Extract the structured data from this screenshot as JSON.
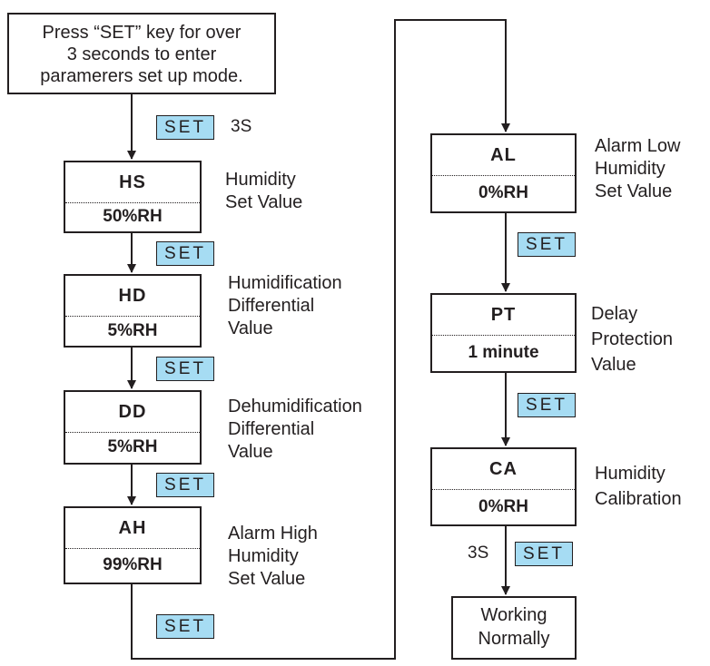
{
  "intro": {
    "lines": [
      "Press “SET” key for over",
      "3 seconds to enter",
      "paramerers set up mode."
    ]
  },
  "set_key": {
    "label": "SET",
    "color": "#a6dcf3"
  },
  "durations": {
    "enter": "3S",
    "exit": "3S"
  },
  "parameters": [
    {
      "code": "HS",
      "value": "50%RH",
      "description": [
        "Humidity",
        "Set Value"
      ]
    },
    {
      "code": "HD",
      "value": "5%RH",
      "description": [
        "Humidification",
        "Differential",
        "Value"
      ]
    },
    {
      "code": "DD",
      "value": "5%RH",
      "description": [
        "Dehumidification",
        "Differential",
        "Value"
      ]
    },
    {
      "code": "AH",
      "value": "99%RH",
      "description": [
        "Alarm High",
        "Humidity",
        "Set Value"
      ]
    },
    {
      "code": "AL",
      "value": "0%RH",
      "description": [
        "Alarm Low",
        "Humidity",
        "Set Value"
      ]
    },
    {
      "code": "PT",
      "value": "1 minute",
      "description": [
        "Delay",
        "Protection",
        "Value"
      ]
    },
    {
      "code": "CA",
      "value": "0%RH",
      "description": [
        "Humidity",
        "Calibration"
      ]
    }
  ],
  "end_state": {
    "lines": [
      "Working",
      "Normally"
    ]
  }
}
